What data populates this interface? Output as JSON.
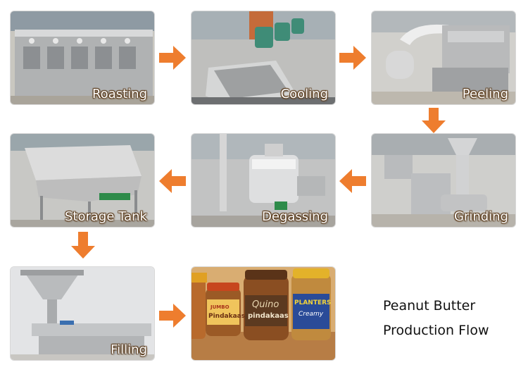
{
  "steps": [
    {
      "id": "roasting",
      "label": "Roasting"
    },
    {
      "id": "cooling",
      "label": "Cooling"
    },
    {
      "id": "peeling",
      "label": "Peeling"
    },
    {
      "id": "grinding",
      "label": "Grinding"
    },
    {
      "id": "degassing",
      "label": "Degassing"
    },
    {
      "id": "storage-tank",
      "label": "Storage Tank"
    },
    {
      "id": "filling",
      "label": "Filling"
    },
    {
      "id": "finished-product",
      "label": ""
    }
  ],
  "caption": {
    "line1": "Peanut Butter",
    "line2": "Production Flow"
  },
  "jar_labels": {
    "jar1_brand": "JUMBO",
    "jar1_product": "Pindakaas",
    "jar2_brand": "Quino",
    "jar2_product": "pindakaas",
    "jar3_brand": "PLANTERS",
    "jar3_product": "Creamy"
  },
  "colors": {
    "arrow": "#ee7d2e",
    "label_outline": "#5a3a1a"
  }
}
